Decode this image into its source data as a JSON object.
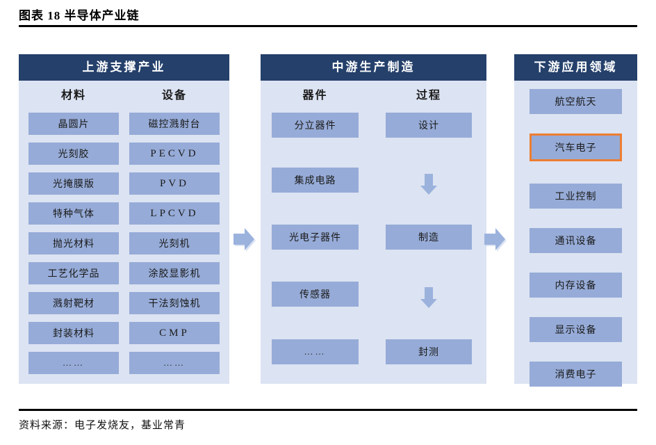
{
  "figure": {
    "title": "图表 18  半导体产业链",
    "source_note": "资料来源：电子发烧友，基业常青"
  },
  "stages": [
    {
      "id": "upstream",
      "header": "上游支撑产业",
      "columns": [
        {
          "id": "materials",
          "title": "材料",
          "items": [
            {
              "label": "晶圆片",
              "highlight": false
            },
            {
              "label": "光刻胶",
              "highlight": false
            },
            {
              "label": "光掩膜版",
              "highlight": false
            },
            {
              "label": "特种气体",
              "highlight": false
            },
            {
              "label": "抛光材料",
              "highlight": false
            },
            {
              "label": "工艺化学品",
              "highlight": false
            },
            {
              "label": "溅射靶材",
              "highlight": false
            },
            {
              "label": "封装材料",
              "highlight": false
            },
            {
              "label": "……",
              "highlight": false
            }
          ]
        },
        {
          "id": "equipment",
          "title": "设备",
          "items": [
            {
              "label": "磁控溅射台",
              "highlight": false
            },
            {
              "label": "PECVD",
              "highlight": false,
              "spaced": true
            },
            {
              "label": "PVD",
              "highlight": false,
              "spaced": true
            },
            {
              "label": "LPCVD",
              "highlight": false,
              "spaced": true
            },
            {
              "label": "光刻机",
              "highlight": false
            },
            {
              "label": "涂胶显影机",
              "highlight": false
            },
            {
              "label": "干法刻蚀机",
              "highlight": false
            },
            {
              "label": "CMP",
              "highlight": false,
              "spaced": true
            },
            {
              "label": "……",
              "highlight": false
            }
          ]
        }
      ]
    },
    {
      "id": "midstream",
      "header": "中游生产制造",
      "columns": [
        {
          "id": "devices",
          "title": "器件",
          "items": [
            {
              "label": "分立器件",
              "highlight": false
            },
            {
              "label": "集成电路",
              "highlight": false
            },
            {
              "label": "光电子器件",
              "highlight": false
            },
            {
              "label": "传感器",
              "highlight": false
            },
            {
              "label": "……",
              "highlight": false
            }
          ]
        },
        {
          "id": "process",
          "title": "过程",
          "items": [
            {
              "label": "设计",
              "highlight": false
            },
            {
              "label": "制造",
              "highlight": false
            },
            {
              "label": "封测",
              "highlight": false
            }
          ]
        }
      ]
    },
    {
      "id": "downstream",
      "header": "下游应用领域",
      "columns": [
        {
          "id": "applications",
          "title": "",
          "items": [
            {
              "label": "航空航天",
              "highlight": false
            },
            {
              "label": "汽车电子",
              "highlight": true
            },
            {
              "label": "工业控制",
              "highlight": false
            },
            {
              "label": "通讯设备",
              "highlight": false
            },
            {
              "label": "内存设备",
              "highlight": false
            },
            {
              "label": "显示设备",
              "highlight": false
            },
            {
              "label": "消费电子",
              "highlight": false
            }
          ]
        }
      ]
    }
  ],
  "connectors": [
    {
      "id": "upstream-to-midstream",
      "icon": "arrow-right-icon"
    },
    {
      "id": "midstream-to-downstream",
      "icon": "arrow-right-icon"
    }
  ],
  "flow_arrows": [
    {
      "id": "design-to-manufacture",
      "icon": "arrow-down-icon"
    },
    {
      "id": "manufacture-to-packaging",
      "icon": "arrow-down-icon"
    }
  ],
  "colors": {
    "header_navy": "#24406b",
    "panel_bg": "#dce3f2",
    "chip_blue": "#96abd7",
    "highlight_orange": "#ed7d31",
    "rule_black": "#000000"
  }
}
